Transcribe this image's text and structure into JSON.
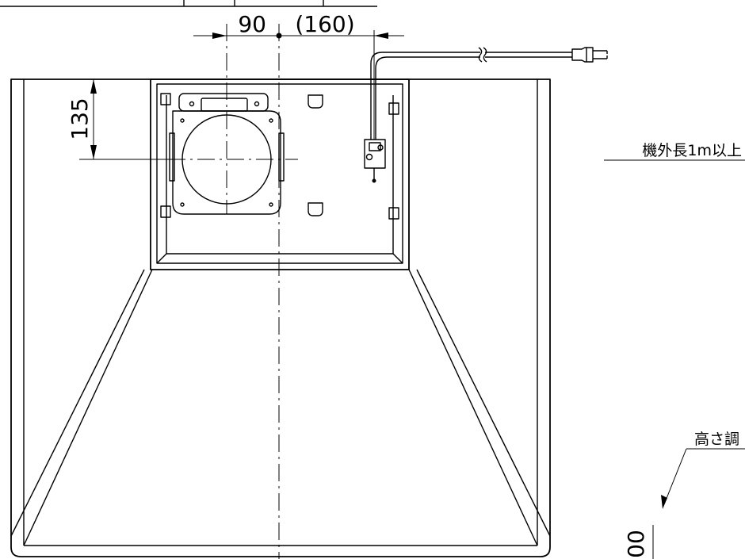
{
  "drawing": {
    "dim_offset_left": "90",
    "dim_offset_right": "(160)",
    "dim_height": "135",
    "note_cord_length": "機外長1m以上",
    "note_height": "高さ調",
    "dim_bottom_partial": "00"
  },
  "colors": {
    "line": "#000000",
    "background": "#ffffff"
  }
}
